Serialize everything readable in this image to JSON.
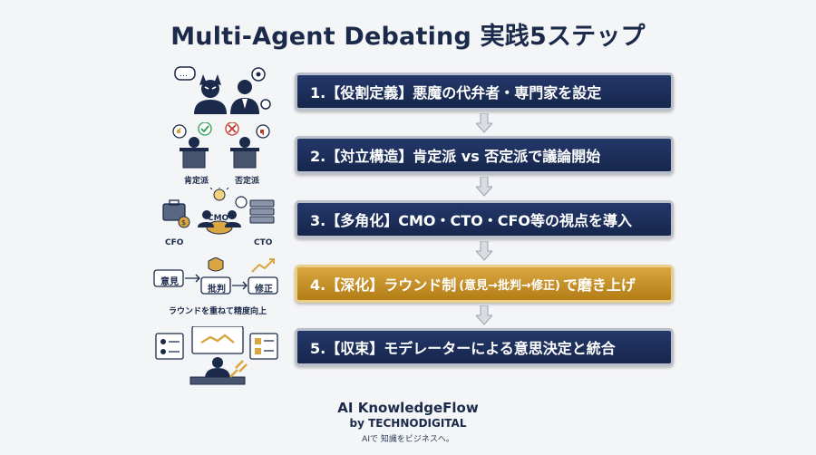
{
  "title": "Multi-Agent Debating 実践5ステップ",
  "steps": [
    {
      "label": "1.【役割定義】悪魔の代弁者・専門家を設定"
    },
    {
      "label": "2.【対立構造】肯定派 vs 否定派で議論開始"
    },
    {
      "label": "3.【多角化】CMO・CTO・CFO等の視点を導入"
    },
    {
      "label_main": "4.【深化】ラウンド制",
      "label_small": "(意見→批判→修正)",
      "label_end": "で磨き上げ"
    },
    {
      "label": "5.【収束】モデレーターによる意思決定と統合"
    }
  ],
  "icons": {
    "step2": {
      "left_caption": "肯定派",
      "right_caption": "否定派"
    },
    "step3": {
      "left_caption": "CFO",
      "center_caption": "CMO",
      "right_caption": "CTO"
    },
    "step4": {
      "box1": "意見",
      "box2": "批判",
      "box3": "修正",
      "caption": "ラウンドを重ねて精度向上"
    }
  },
  "footer": {
    "brand": "AI KnowledgeFlow",
    "by": "by TECHNODIGITAL",
    "tagline": "AIで 知識をビジネスへ。"
  },
  "colors": {
    "navy": "#1b2a4a",
    "step_bg": "#1c2f5c",
    "highlight": "#c8922a"
  }
}
